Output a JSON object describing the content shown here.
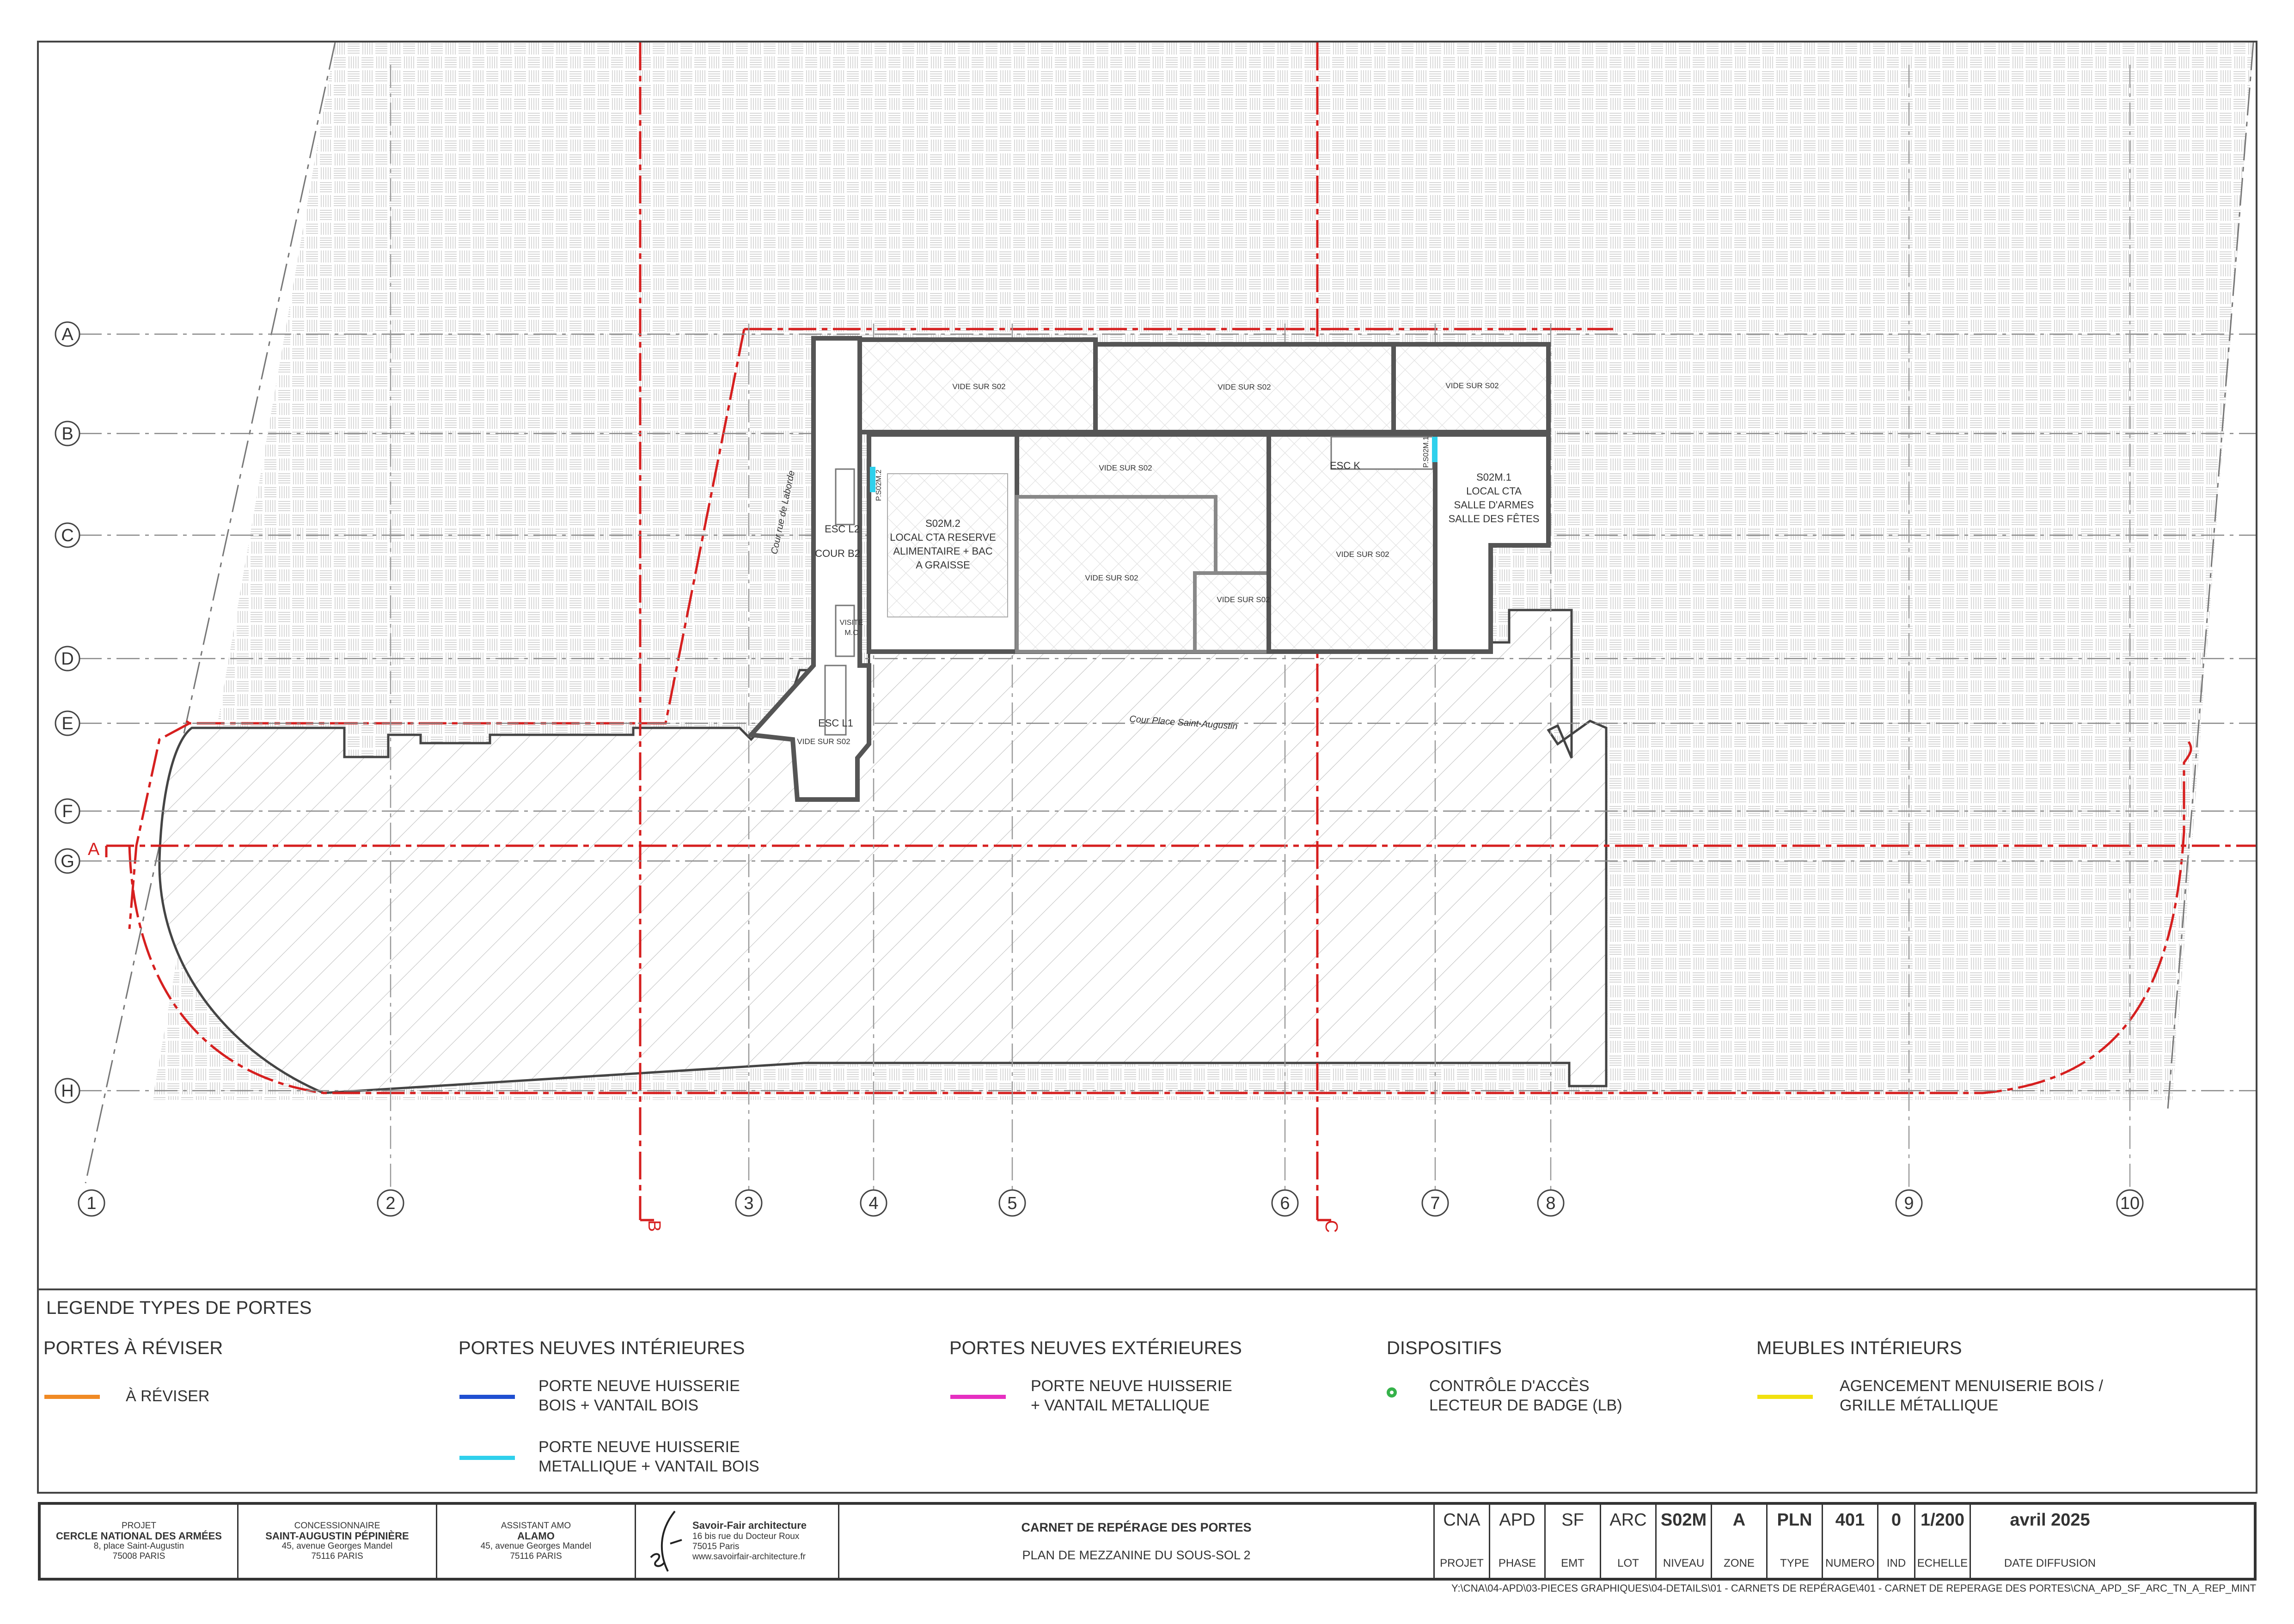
{
  "plan": {
    "row_axes": [
      "A",
      "B",
      "C",
      "D",
      "E",
      "F",
      "G",
      "H"
    ],
    "col_axes": [
      "1",
      "2",
      "3",
      "4",
      "5",
      "6",
      "7",
      "8",
      "9",
      "10"
    ],
    "section_marks": [
      "A",
      "B",
      "C"
    ],
    "rooms": [
      {
        "label": "VIDE SUR S02"
      },
      {
        "label": "VIDE SUR S02"
      },
      {
        "label": "VIDE SUR S02"
      },
      {
        "label": "VIDE SUR S02"
      },
      {
        "label": "VIDE SUR S02"
      },
      {
        "label": "VIDE SUR S02"
      },
      {
        "label": "VIDE SUR S02"
      },
      {
        "label": "VIDE SUR S02"
      },
      {
        "label": "S02M.2"
      },
      {
        "label": "LOCAL CTA RESERVE"
      },
      {
        "label": "ALIMENTAIRE + BAC"
      },
      {
        "label": "A GRAISSE"
      },
      {
        "label": "S02M.1"
      },
      {
        "label": "LOCAL CTA"
      },
      {
        "label": "SALLE D'ARMES"
      },
      {
        "label": "SALLE DES FÊTES"
      },
      {
        "label": "ESC L2"
      },
      {
        "label": "COUR B2"
      },
      {
        "label": "ESC K"
      },
      {
        "label": "ESC L1"
      },
      {
        "label": "VISITE"
      },
      {
        "label": "M.C"
      }
    ],
    "door_tags": [
      "P.S02M.2",
      "P.S02M.1"
    ],
    "courtyard_labels": [
      "Cour rue de Laborde",
      "Cour Place Saint-Augustin"
    ]
  },
  "legend": {
    "title": "LEGENDE TYPES DE PORTES",
    "groups": [
      {
        "heading": "PORTES À RÉVISER",
        "items": [
          {
            "text_1": "À RÉVISER",
            "text_2": "",
            "color": "#f08a24"
          }
        ]
      },
      {
        "heading": "PORTES NEUVES INTÉRIEURES",
        "items": [
          {
            "text_1": "PORTE NEUVE HUISSERIE",
            "text_2": "BOIS + VANTAIL BOIS",
            "color": "#1f4fd1"
          },
          {
            "text_1": "PORTE NEUVE HUISSERIE",
            "text_2": "METALLIQUE + VANTAIL BOIS",
            "color": "#2fd0ec"
          }
        ]
      },
      {
        "heading": "PORTES NEUVES EXTÉRIEURES",
        "items": [
          {
            "text_1": "PORTE NEUVE HUISSERIE",
            "text_2": "+ VANTAIL METALLIQUE",
            "color": "#e62fc1"
          }
        ]
      },
      {
        "heading": "DISPOSITIFS",
        "items": [
          {
            "text_1": "CONTRÔLE D'ACCÈS",
            "text_2": "LECTEUR DE BADGE (LB)",
            "color": "#35b24a"
          }
        ]
      },
      {
        "heading": "MEUBLES INTÉRIEURS",
        "items": [
          {
            "text_1": "AGENCEMENT MENUISERIE BOIS /",
            "text_2": "GRILLE MÉTALLIQUE",
            "color": "#f1e10f"
          }
        ]
      }
    ]
  },
  "title_block": {
    "projet": {
      "label": "PROJET",
      "name": "CERCLE NATIONAL DES ARMÉES",
      "line1": "8, place Saint-Augustin",
      "line2": "75008 PARIS"
    },
    "concessionnaire": {
      "label": "CONCESSIONNAIRE",
      "name": "SAINT-AUGUSTIN PÉPINIÈRE",
      "line1": "45, avenue Georges Mandel",
      "line2": "75116 PARIS"
    },
    "amo": {
      "label": "ASSISTANT AMO",
      "name": "ALAMO",
      "line1": "45, avenue Georges Mandel",
      "line2": "75116 PARIS"
    },
    "architect": {
      "logo": "sf",
      "name": "Savoir-Fair architecture",
      "line1": "16 bis rue du Docteur Roux",
      "line2": "75015 Paris",
      "line3": "www.savoirfair-architecture.fr"
    },
    "sheet_title": "CARNET DE REPÉRAGE DES PORTES",
    "sheet_subtitle": "PLAN DE MEZZANINE DU SOUS-SOL 2",
    "codes": [
      {
        "value": "CNA",
        "label": "PROJET"
      },
      {
        "value": "APD",
        "label": "PHASE"
      },
      {
        "value": "SF",
        "label": "EMT"
      },
      {
        "value": "ARC",
        "label": "LOT"
      },
      {
        "value": "S02M",
        "label": "NIVEAU"
      },
      {
        "value": "A",
        "label": "ZONE"
      },
      {
        "value": "PLN",
        "label": "TYPE"
      },
      {
        "value": "401",
        "label": "NUMERO"
      },
      {
        "value": "0",
        "label": "IND"
      },
      {
        "value": "1/200",
        "label": "ECHELLE"
      },
      {
        "value": "avril 2025",
        "label": "DATE DIFFUSION"
      }
    ],
    "file_path": "Y:\\CNA\\04-APD\\03-PIECES GRAPHIQUES\\04-DETAILS\\01 - CARNETS DE REPÉRAGE\\401 - CARNET DE REPERAGE DES PORTES\\CNA_APD_SF_ARC_TN_A_REP_MINT"
  }
}
